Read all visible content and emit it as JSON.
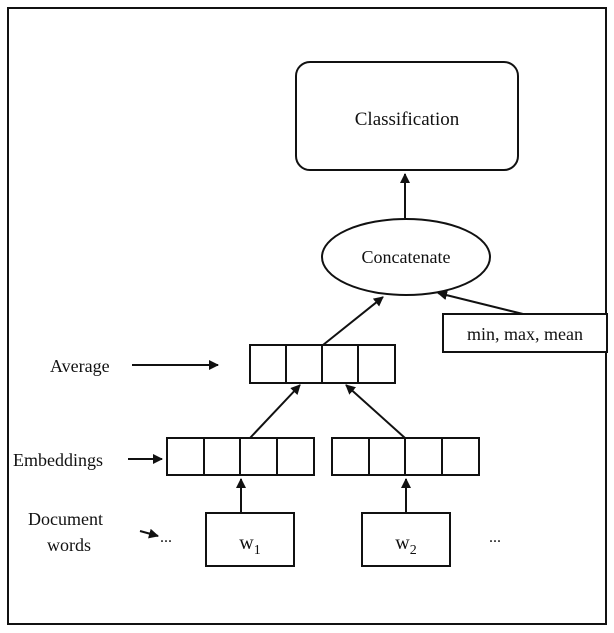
{
  "diagram": {
    "classification_label": "Classification",
    "concatenate_label": "Concatenate",
    "pooling_label": "min, max, mean",
    "left_labels": {
      "average": "Average",
      "embeddings": "Embeddings",
      "document_line1": "Document",
      "document_line2": "words"
    },
    "words": {
      "w1_base": "w",
      "w1_sub": "1",
      "w2_base": "w",
      "w2_sub": "2",
      "ellipsis_left": "...",
      "ellipsis_right": "..."
    }
  }
}
